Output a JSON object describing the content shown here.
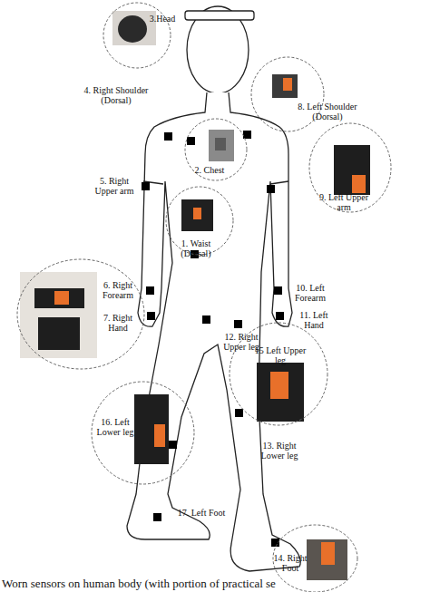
{
  "diagram": {
    "caption": "Worn sensors on human body (with portion of practical se",
    "nodes": [
      {
        "text": [
          "3.Head"
        ]
      },
      {
        "text": [
          "8. Left Shoulder (Dorsal)"
        ]
      },
      {
        "text": [
          "2. Chest"
        ]
      },
      {
        "text": [
          "9. Left Upper arm"
        ]
      },
      {
        "text": [
          "1. Waist (Dorsal)"
        ]
      },
      {
        "text": [
          "6. Right Forearm",
          "7. Right Hand"
        ]
      },
      {
        "text": [
          "15 Left Upper leg"
        ]
      },
      {
        "text": [
          "16. Left Lower leg"
        ]
      },
      {
        "text": [
          "14. Right Foot"
        ]
      }
    ],
    "labels": [
      "4. Right Shoulder (Dorsal)",
      "5. Right Upper arm",
      "10. Left Forearm",
      "11. Left Hand",
      "12. Right Upper leg",
      "13. Right Lower leg",
      "17. Left Foot"
    ]
  }
}
